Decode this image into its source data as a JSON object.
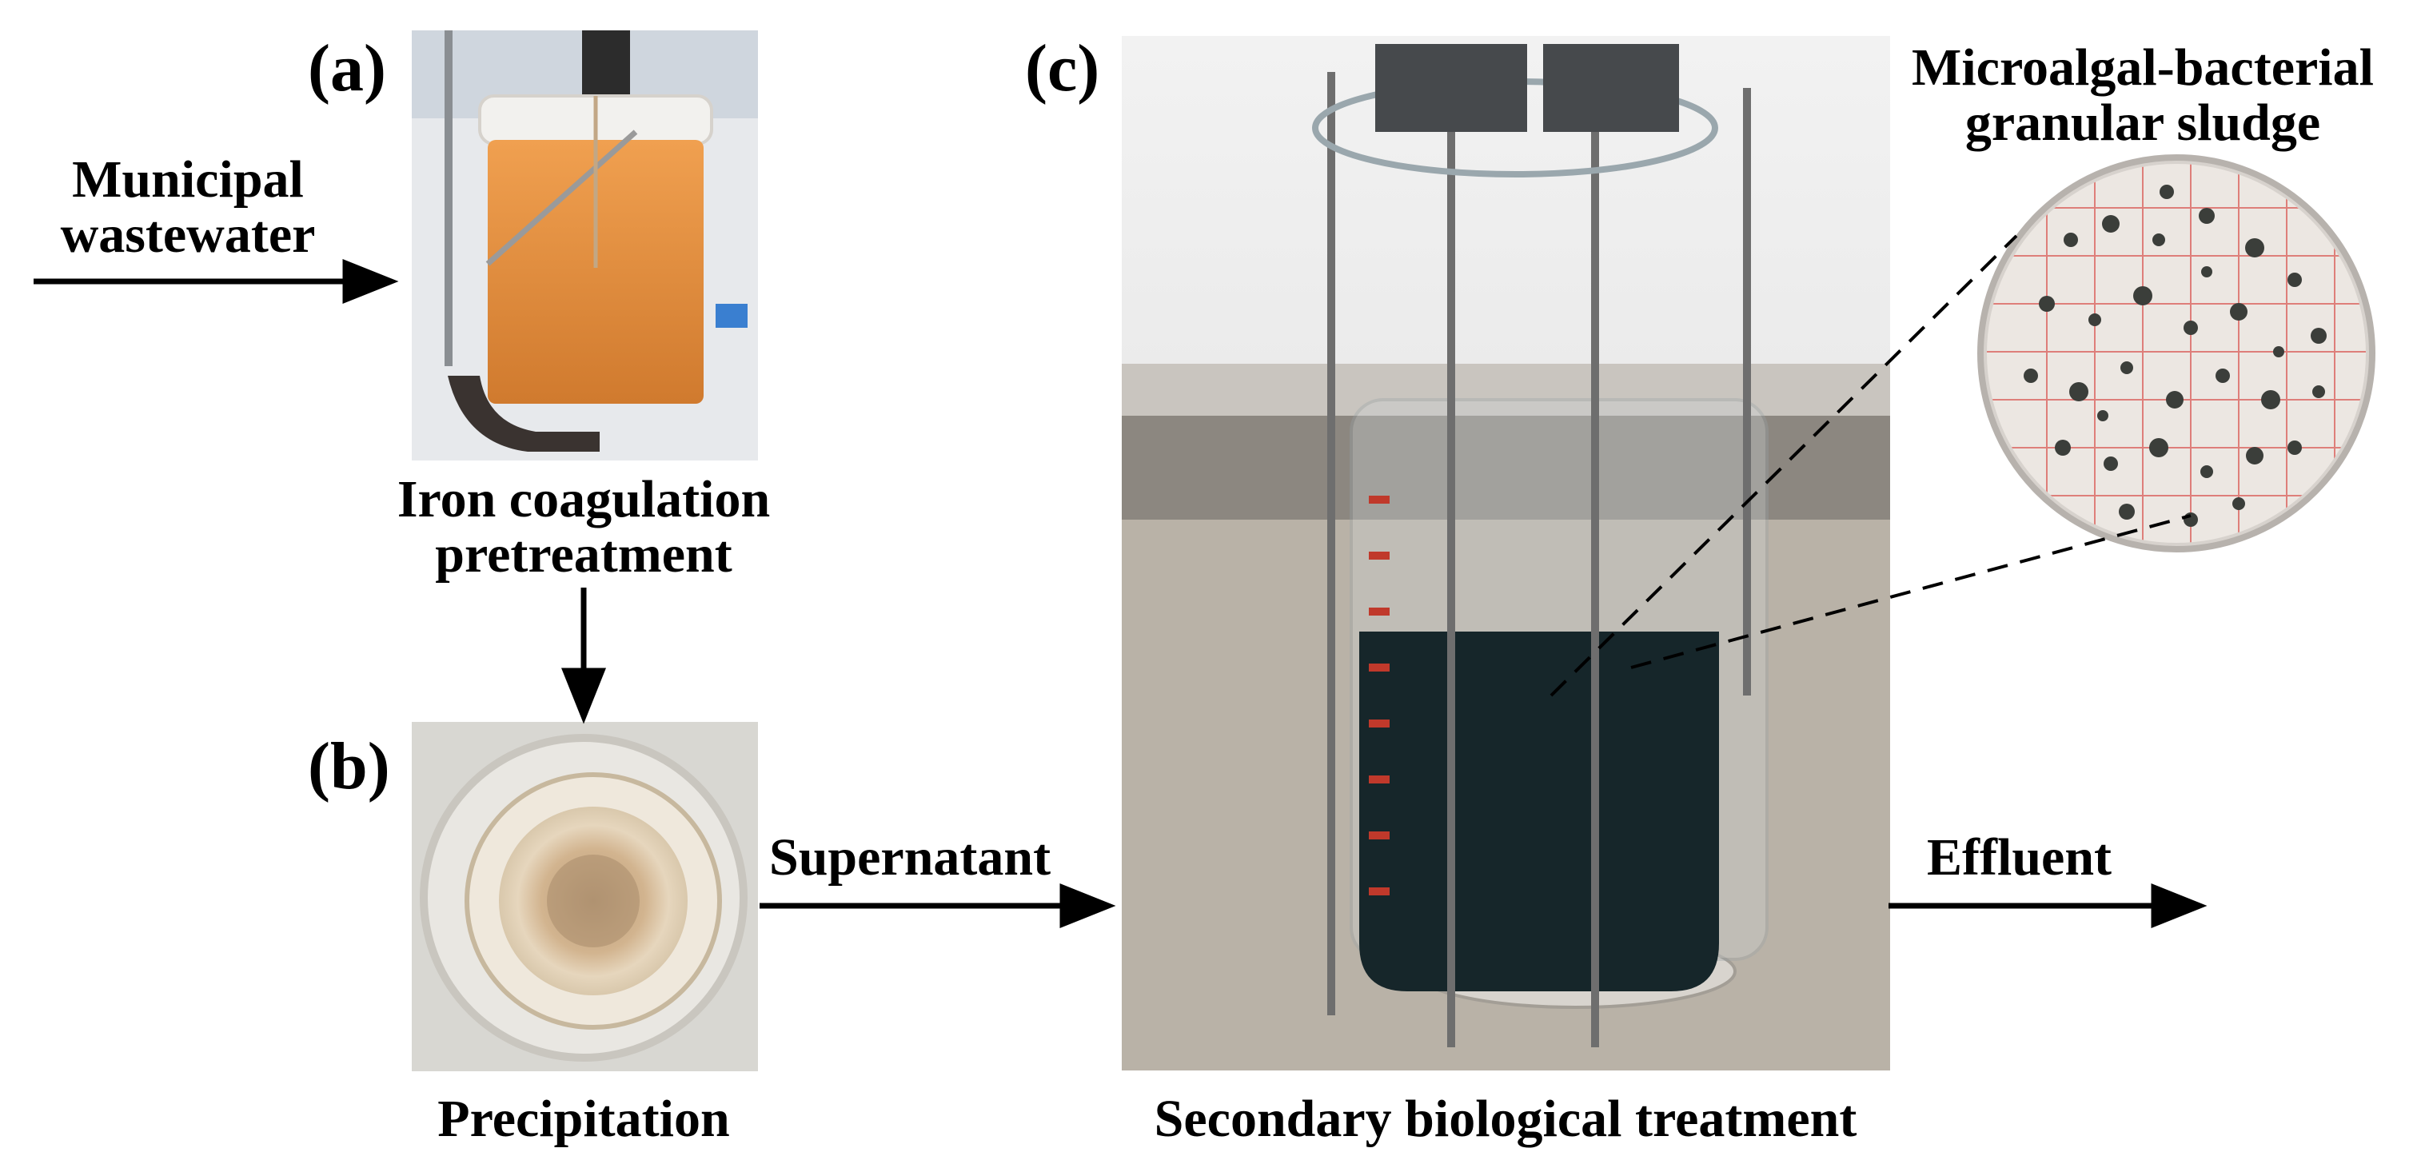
{
  "panels": {
    "a": {
      "label": "(a)",
      "caption_line1": "Iron coagulation",
      "caption_line2": "pretreatment"
    },
    "b": {
      "label": "(b)",
      "caption": "Precipitation"
    },
    "c": {
      "label": "(c)",
      "caption": "Secondary biological treatment"
    }
  },
  "flow": {
    "input_line1": "Municipal",
    "input_line2": "wastewater",
    "supernatant": "Supernatant",
    "effluent": "Effluent"
  },
  "inset": {
    "title_line1": "Microalgal-bacterial",
    "title_line2": "granular sludge"
  },
  "colors": {
    "orange_liquid": "#e08a3a",
    "dark_liquid": "#16262a",
    "petri_bg": "#ece7e2",
    "grid_red": "#d9534f"
  }
}
